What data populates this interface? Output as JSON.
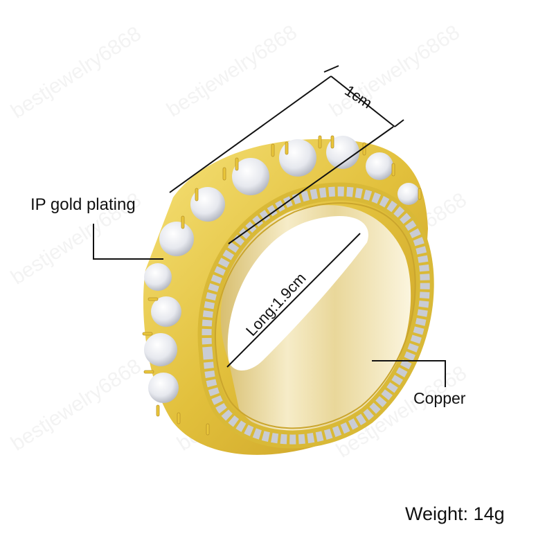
{
  "product": {
    "type": "ring",
    "description": "Gold spinner ring with large round-cut stones and pavé-set outer band"
  },
  "annotations": {
    "width_dimension": "1cm",
    "length_dimension": "Long:1.9cm",
    "plating_label": "IP gold plating",
    "material_label": "Copper",
    "weight_label": "Weight: 14g"
  },
  "watermarks": [
    "bestjewelry6868",
    "bestjewelry6868",
    "bestjewelry6868",
    "bestjewelry6868",
    "bestjewelry6868",
    "bestjewelry6868",
    "bestjewelry6868",
    "bestjewelry6868",
    "bestjewelry6868"
  ],
  "colors": {
    "gold_light": "#f3e3a0",
    "gold_mid": "#e0c24a",
    "gold_dark": "#b8922a",
    "inner_band": "#efe2b8",
    "stone": "#eceef2",
    "stone_shadow": "#b9bcc4",
    "annotation_line": "#111111",
    "background": "#ffffff"
  }
}
